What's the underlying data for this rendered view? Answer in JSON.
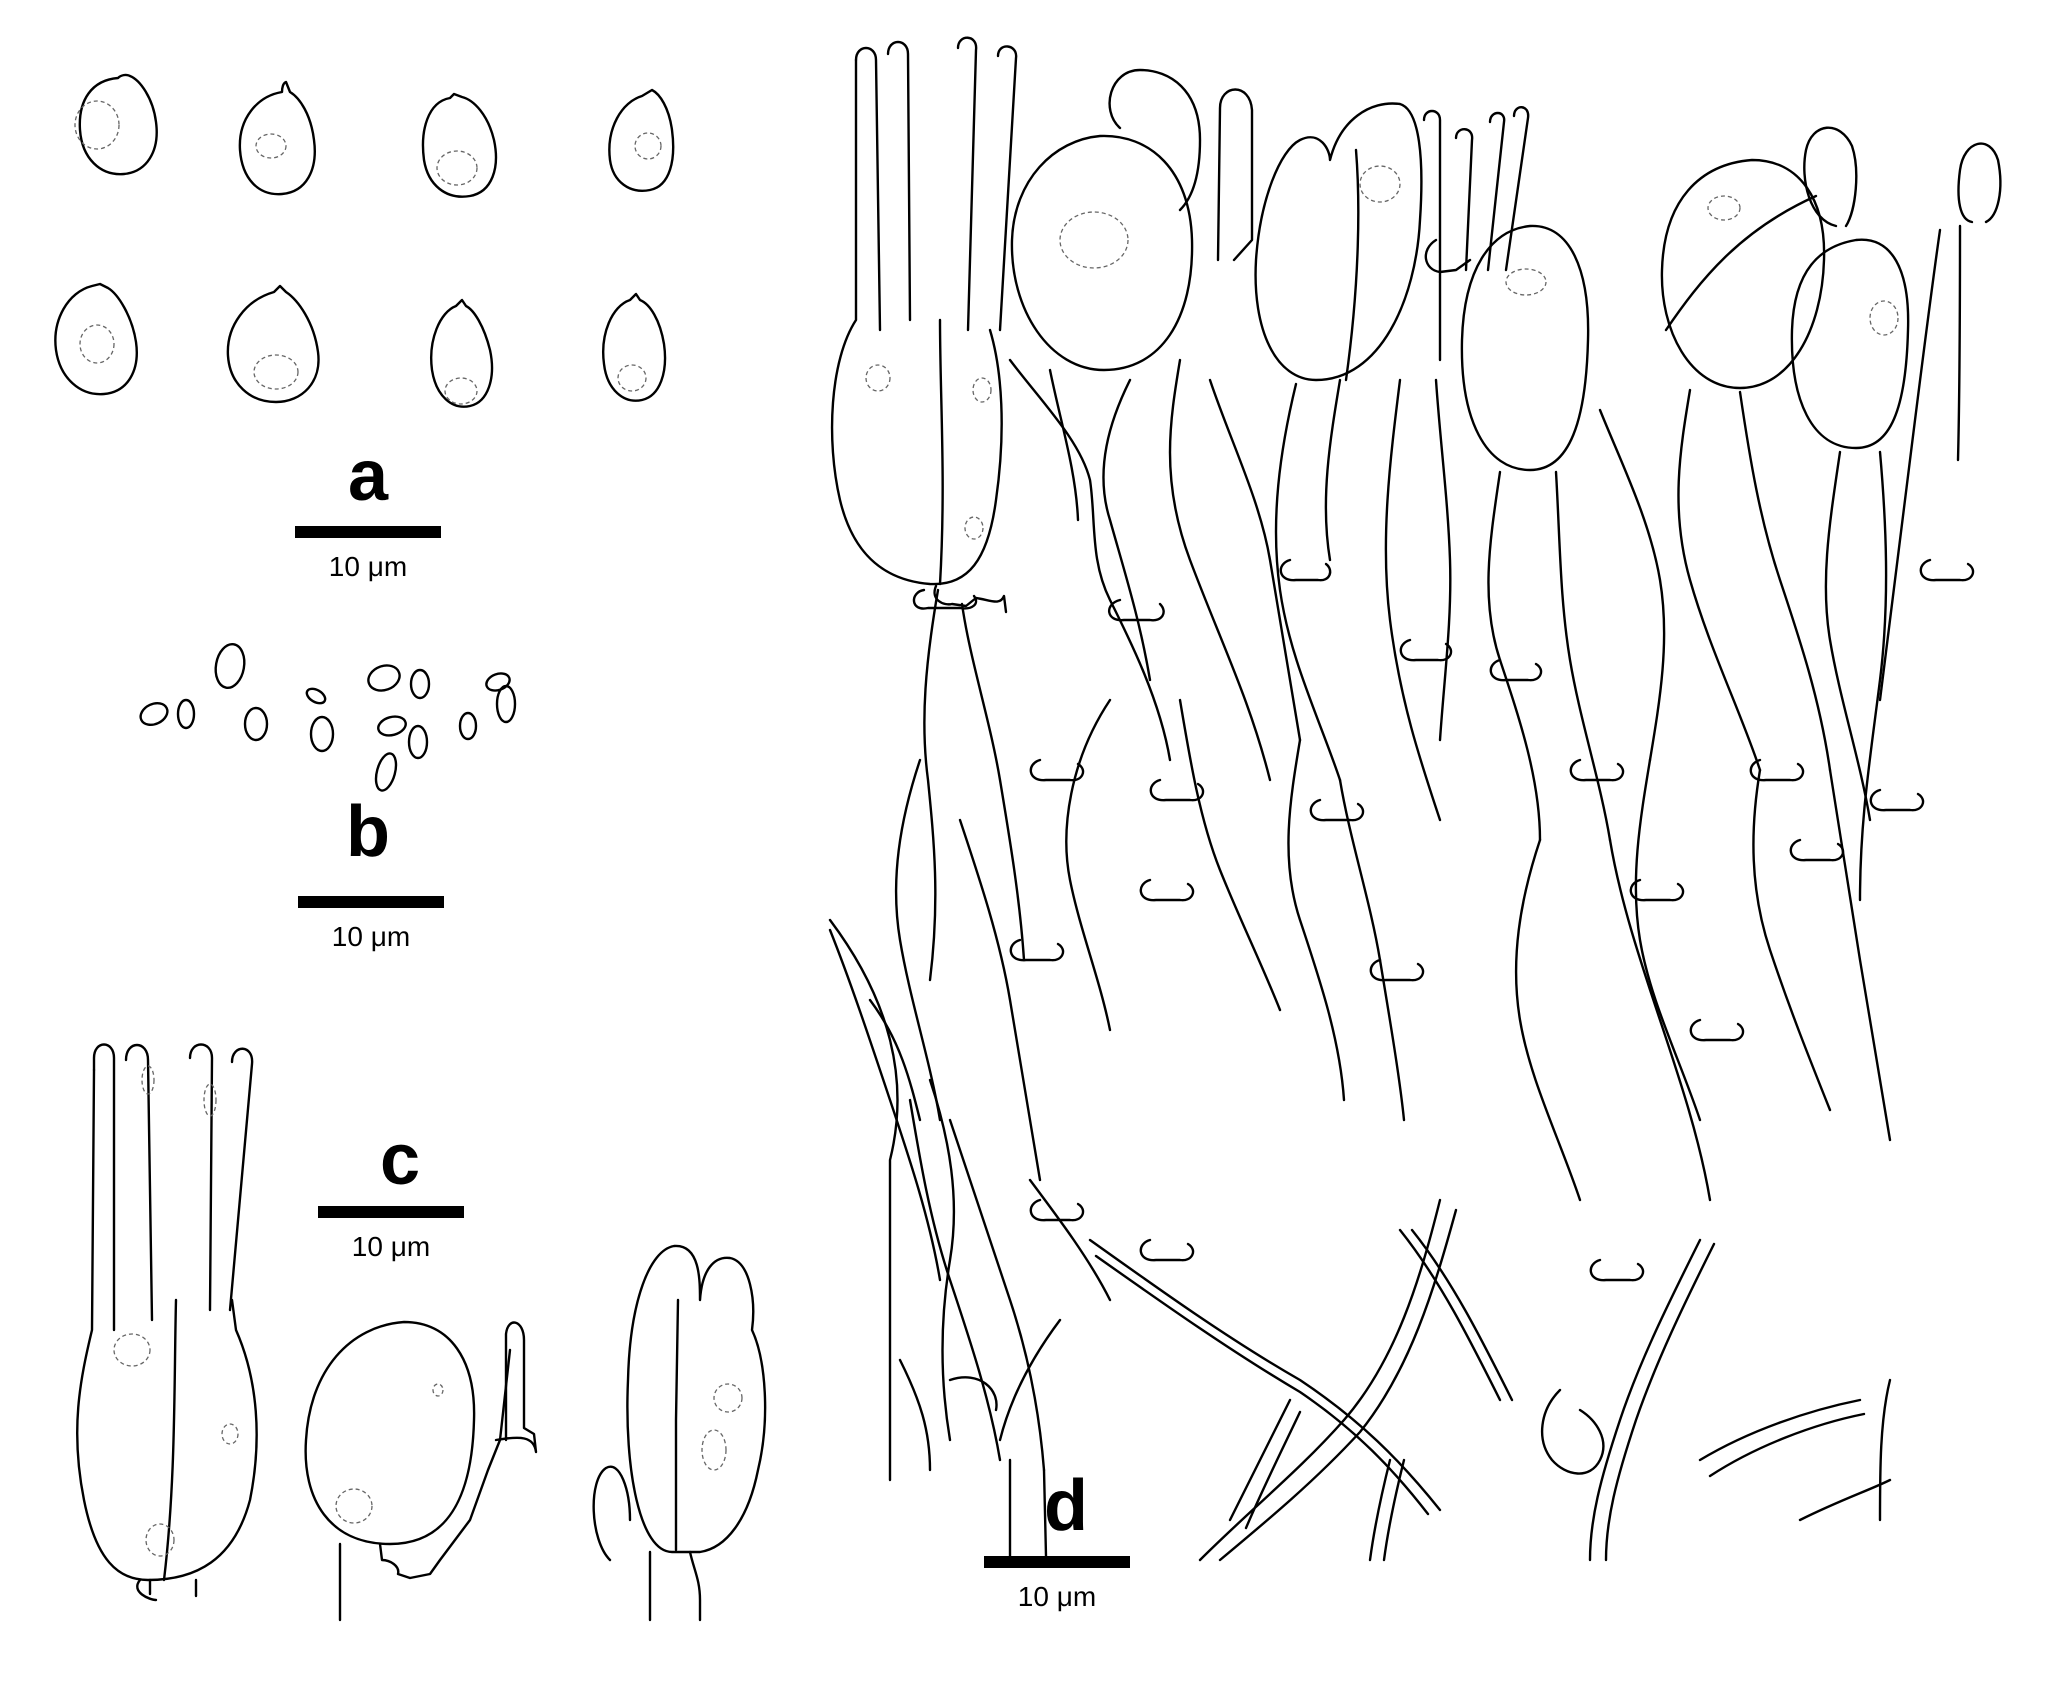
{
  "panels": [
    {
      "id": "a",
      "label": "a",
      "scale_text": "10 μm"
    },
    {
      "id": "b",
      "label": "b",
      "scale_text": "10 μm"
    },
    {
      "id": "c",
      "label": "c",
      "scale_text": "10 μm"
    },
    {
      "id": "d",
      "label": "d",
      "scale_text": "10 μm"
    }
  ],
  "colors": {
    "line": "#000000",
    "background": "#ffffff",
    "nucleus": "#666666"
  }
}
